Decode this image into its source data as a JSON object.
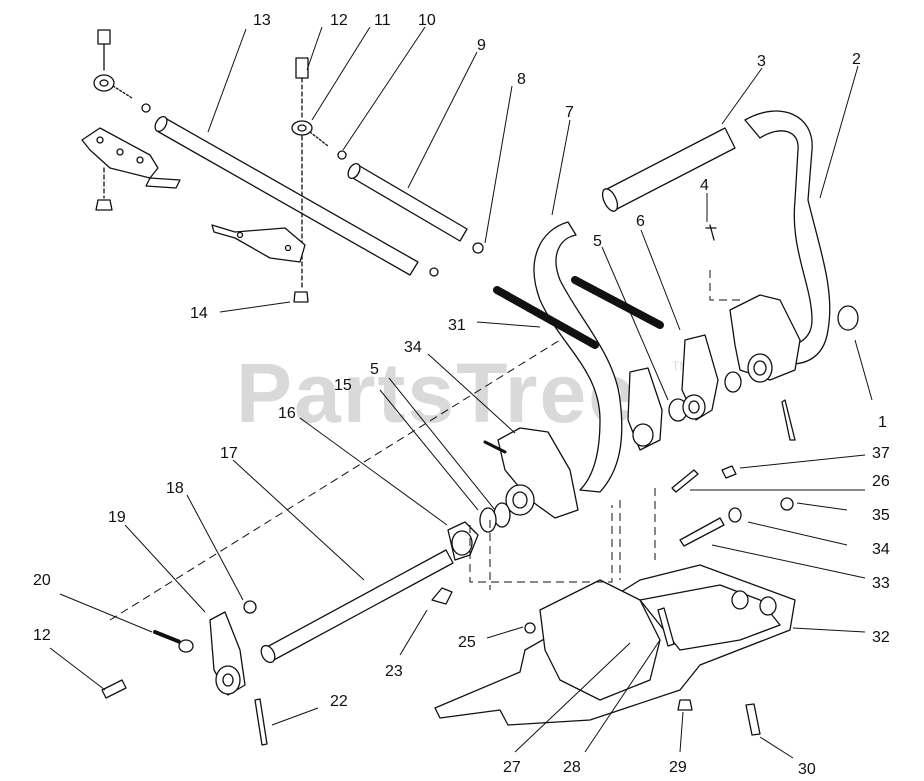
{
  "watermark": {
    "text": "PartsTree",
    "tm": "TM"
  },
  "callouts": [
    "1",
    "2",
    "3",
    "4",
    "5",
    "5",
    "6",
    "7",
    "8",
    "9",
    "10",
    "11",
    "12",
    "12",
    "13",
    "14",
    "15",
    "16",
    "17",
    "18",
    "19",
    "20",
    "22",
    "23",
    "25",
    "26",
    "27",
    "28",
    "29",
    "30",
    "31",
    "32",
    "33",
    "34",
    "34",
    "35",
    "37"
  ],
  "colors": {
    "line": "#111111",
    "fill": "#ffffff",
    "watermark": "#d9d9d9"
  }
}
